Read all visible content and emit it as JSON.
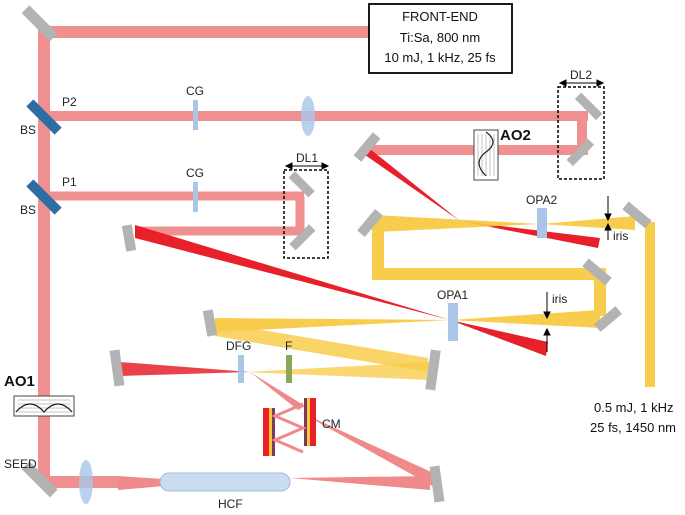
{
  "front_end": {
    "title": "FRONT-END",
    "line1": "Ti:Sa, 800 nm",
    "line2": "10 mJ, 1 kHz, 25 fs"
  },
  "labels": {
    "p2": "P2",
    "p1": "P1",
    "bs_top": "BS",
    "bs_bottom": "BS",
    "cg_top": "CG",
    "cg_bottom": "CG",
    "dl1": "DL1",
    "dl2": "DL2",
    "ao1": "AO1",
    "ao2": "AO2",
    "opa1": "OPA1",
    "opa2": "OPA2",
    "iris_top": "iris",
    "iris_bottom": "iris",
    "dfg": "DFG",
    "filter": "F",
    "cm": "CM",
    "seed": "SEED",
    "hcf": "HCF"
  },
  "output": {
    "line1": "0.5 mJ, 1 kHz",
    "line2": "25 fs, 1450 nm"
  },
  "colors": {
    "red_beam": "#f08a8a",
    "red_beam_dark": "#e8202a",
    "yellow_beam": "#f8c73a",
    "mirror": "#b3b3b3",
    "beamsplitter": "#2e6da4",
    "crystal": "#a9c6e8",
    "filter": "#8aa85a"
  }
}
